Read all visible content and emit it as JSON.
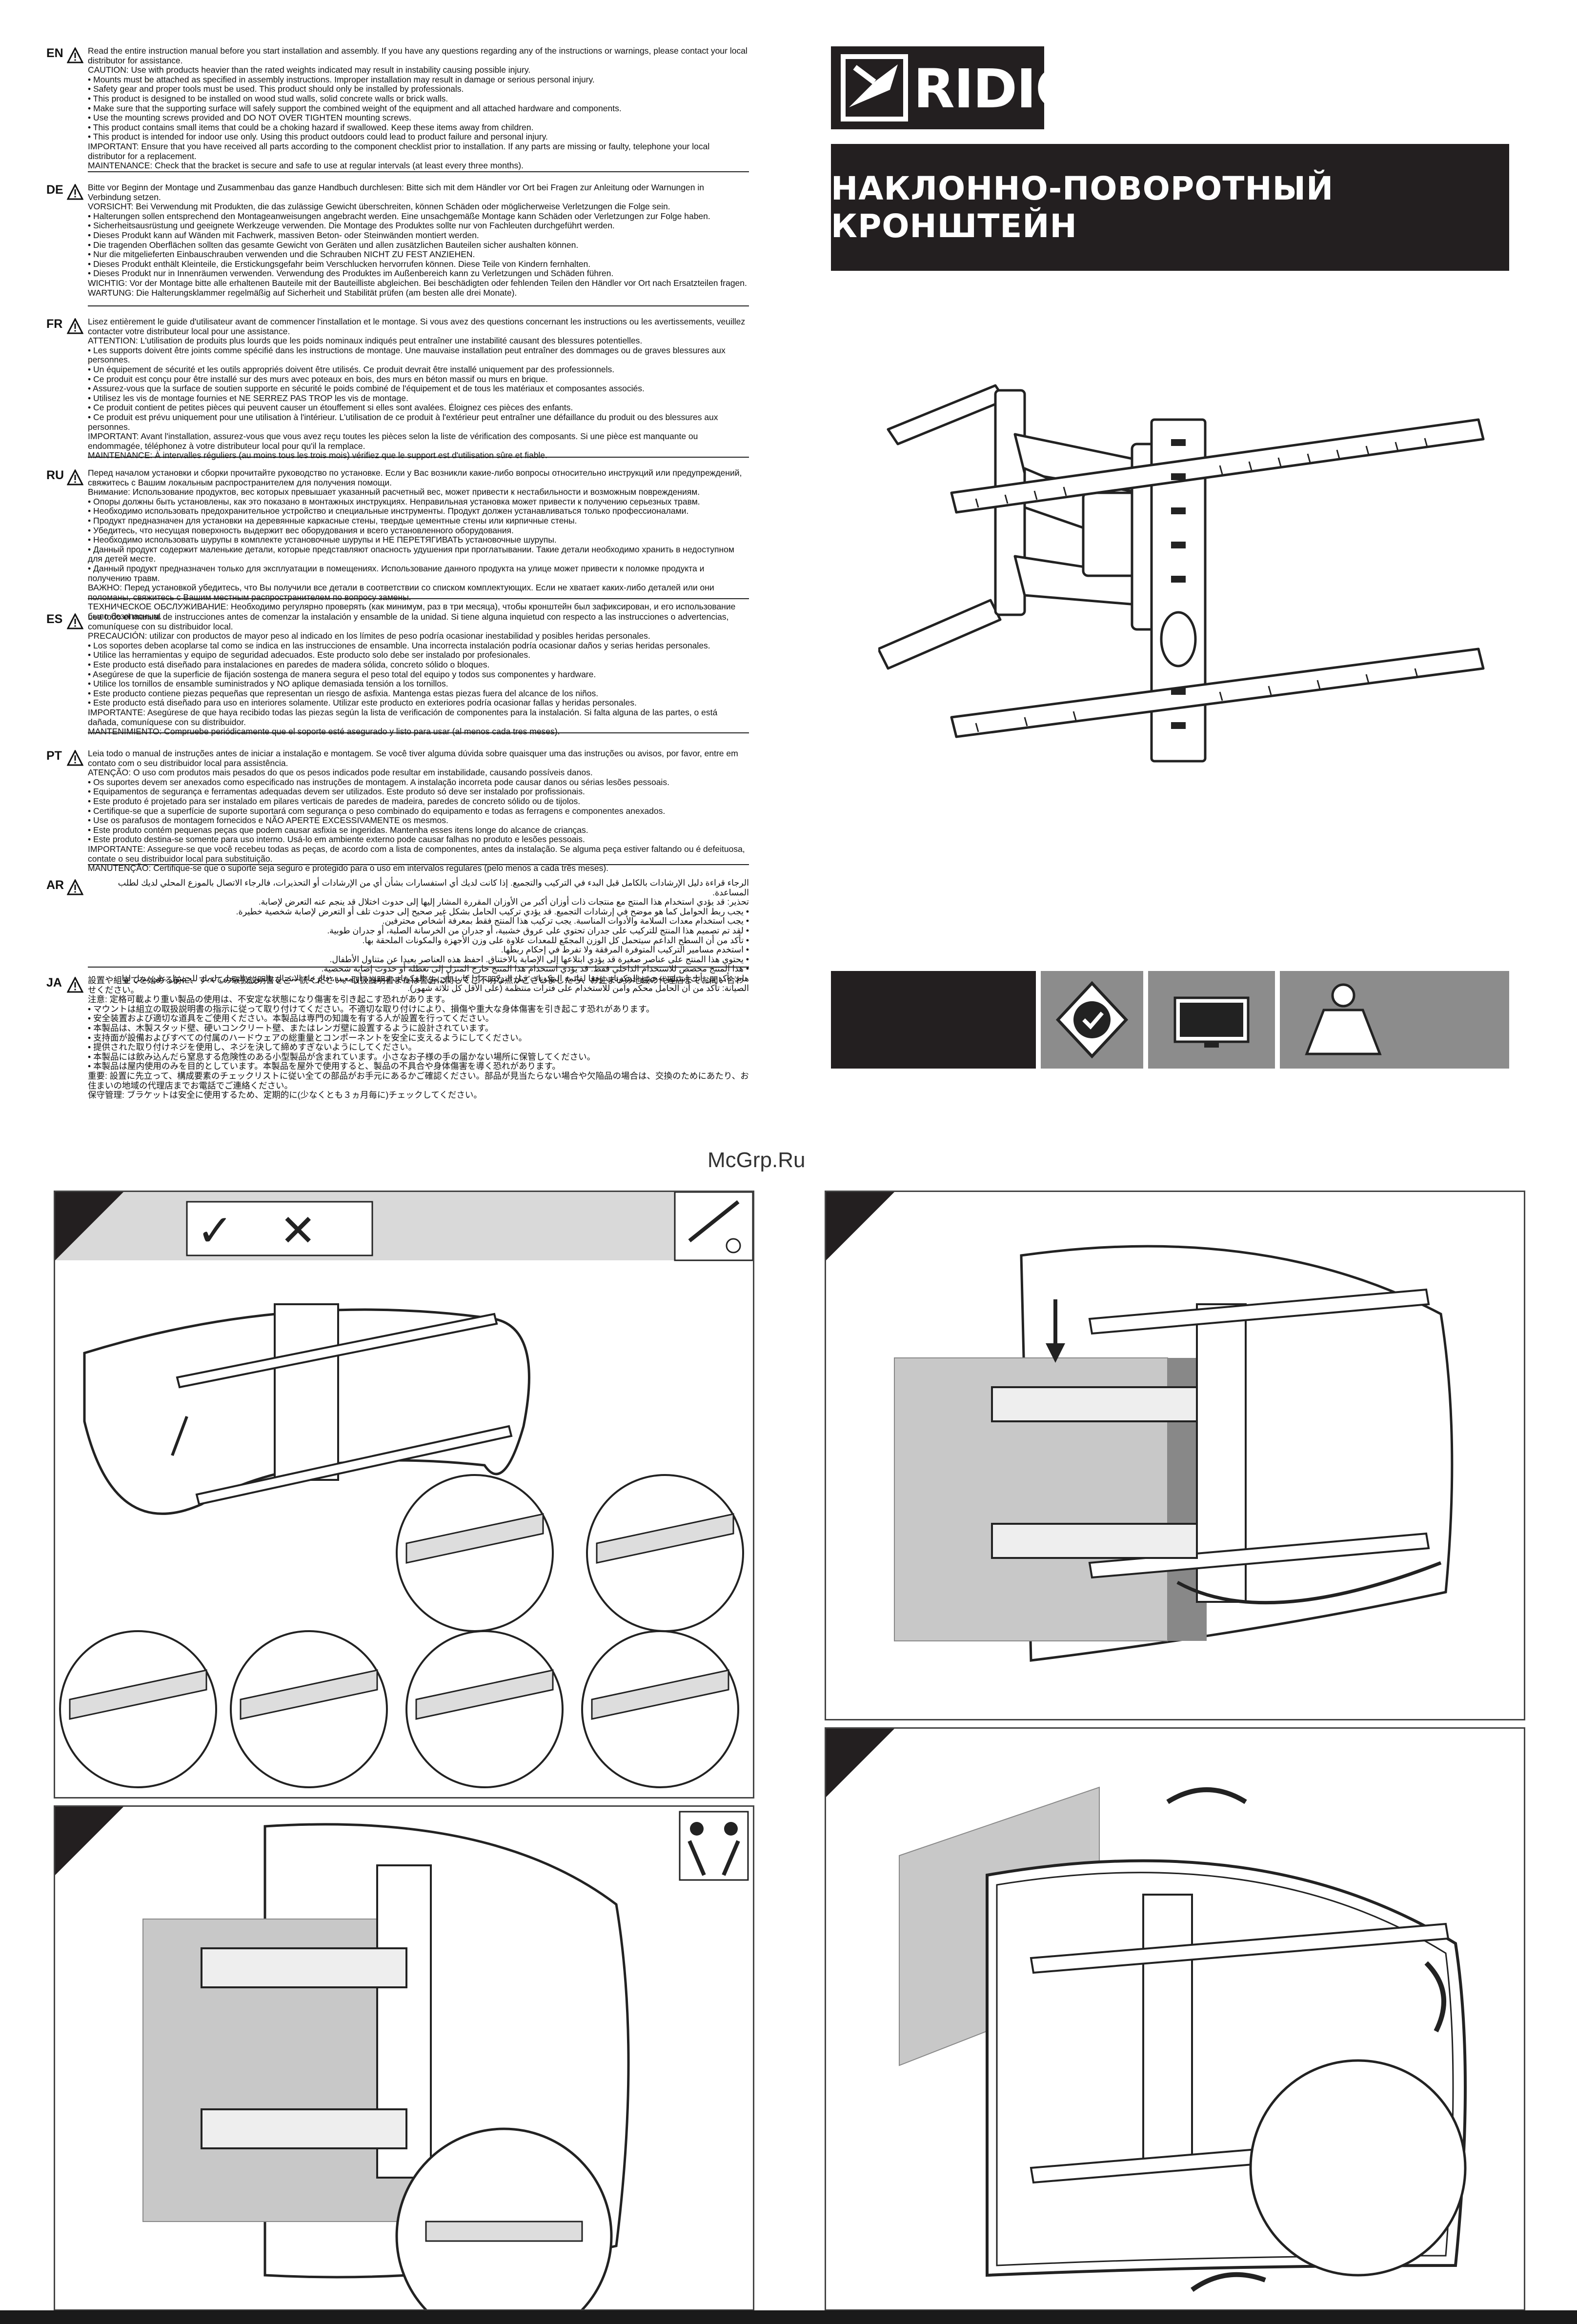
{
  "brand": {
    "name": "RIDICON"
  },
  "product_title": "НАКЛОННО-ПОВОРОТНЫЙ КРОНШТЕЙН",
  "watermark": "McGrp.Ru",
  "languages": [
    {
      "code": "EN",
      "lines": [
        "Read the entire instruction manual before you start installation and assembly. If you have any questions regarding any of the instructions or warnings, please contact your local distributor for assistance.",
        "CAUTION: Use with products heavier than the rated weights indicated may result in instability causing possible injury.",
        "• Mounts must be attached as specified in assembly instructions. Improper installation may result in damage or serious personal injury.",
        "• Safety gear and proper tools must be used. This product should only be installed by professionals.",
        "• This product is designed to be installed on wood stud walls, solid concrete walls or brick walls.",
        "• Make sure that the supporting surface will safely support the combined weight of the equipment and all attached hardware and components.",
        "• Use the mounting screws provided and DO NOT OVER TIGHTEN mounting screws.",
        "• This product contains small items that could be a choking hazard if swallowed. Keep these items away from children.",
        "• This product is intended for indoor use only. Using this product outdoors could lead to product failure and personal injury.",
        "IMPORTANT: Ensure that you have received all parts according to the component checklist prior to installation. If any parts are missing or faulty, telephone your local distributor for a replacement.",
        "MAINTENANCE: Check that the bracket is secure and safe to use at regular intervals (at least every three months)."
      ]
    },
    {
      "code": "DE",
      "lines": [
        "Bitte vor Beginn der Montage und Zusammenbau das ganze Handbuch durchlesen: Bitte sich mit dem Händler vor Ort bei Fragen zur Anleitung oder Warnungen in Verbindung setzen.",
        "VORSICHT: Bei Verwendung mit Produkten, die das zulässige Gewicht überschreiten, können Schäden oder möglicherweise Verletzungen die Folge sein.",
        "• Halterungen sollen entsprechend den Montageanweisungen angebracht werden. Eine unsachgemäße Montage kann Schäden oder Verletzungen zur Folge haben.",
        "• Sicherheitsausrüstung und geeignete Werkzeuge verwenden. Die Montage des Produktes sollte nur von Fachleuten durchgeführt werden.",
        "• Dieses Produkt kann auf Wänden mit Fachwerk, massiven Beton- oder Steinwänden montiert werden.",
        "• Die tragenden Oberflächen sollten das gesamte Gewicht von Geräten und allen zusätzlichen Bauteilen sicher aushalten können.",
        "• Nur die mitgelieferten Einbauschrauben verwenden und die Schrauben NICHT ZU FEST ANZIEHEN.",
        "• Dieses Produkt enthält Kleinteile, die Erstickungsgefahr beim Verschlucken hervorrufen können. Diese Teile von Kindern fernhalten.",
        "• Dieses Produkt nur in Innenräumen verwenden. Verwendung des Produktes im Außenbereich kann zu Verletzungen und Schäden führen.",
        "WICHTIG: Vor der Montage bitte alle erhaltenen Bauteile mit der Bauteilliste abgleichen. Bei beschädigten oder fehlenden Teilen den Händler vor Ort nach Ersatzteilen fragen.",
        "WARTUNG: Die Halterungsklammer regelmäßig auf Sicherheit und Stabilität prüfen (am besten alle drei Monate)."
      ]
    },
    {
      "code": "FR",
      "lines": [
        "Lisez entièrement le guide d'utilisateur avant de commencer l'installation et le montage. Si vous avez des questions concernant les instructions ou les avertissements, veuillez contacter votre distributeur local pour une assistance.",
        "ATTENTION: L'utilisation de produits plus lourds que les poids nominaux indiqués peut entraîner une instabilité causant des blessures potentielles.",
        "• Les supports doivent être joints comme spécifié dans les instructions de montage. Une mauvaise installation peut entraîner des dommages ou de graves blessures aux personnes.",
        "• Un équipement de sécurité et les outils appropriés doivent être utilisés. Ce produit devrait être installé uniquement par des professionnels.",
        "• Ce produit est conçu pour être installé sur des murs avec poteaux en bois, des murs en béton massif ou murs en brique.",
        "• Assurez-vous que la surface de soutien supporte en sécurité le poids combiné de l'équipement et de tous les matériaux et composantes associés.",
        "• Utilisez les vis de montage fournies et NE SERREZ PAS TROP les vis de montage.",
        "• Ce produit contient de petites pièces qui peuvent causer un étouffement si elles sont avalées. Éloignez ces pièces des enfants.",
        "• Ce produit est prévu uniquement pour une utilisation à l'intérieur. L'utilisation de ce produit à l'extérieur peut entraîner une défaillance du produit ou des blessures aux personnes.",
        "IMPORTANT: Avant l'installation, assurez-vous que vous avez reçu toutes les pièces selon la liste de vérification des composants. Si une pièce est manquante ou endommagée, téléphonez à votre distributeur local pour qu'il la remplace.",
        "MAINTENANCE: À intervalles réguliers (au moins tous les trois mois) vérifiez que le support est d'utilisation sûre et fiable."
      ]
    },
    {
      "code": "RU",
      "lines": [
        "Перед началом установки и сборки прочитайте руководство по установке. Если у Вас возникли какие-либо вопросы относительно инструкций или предупреждений, свяжитесь с Вашим локальным распространителем для получения помощи.",
        "Внимание: Использование продуктов, вес которых превышает указанный расчетный вес, может привести к нестабильности и возможным повреждениям.",
        "• Опоры должны быть установлены, как это показано в монтажных инструкциях. Неправильная установка может привести к получению серьезных травм.",
        "• Необходимо использовать предохранительное устройство и специальные инструменты. Продукт должен устанавливаться только профессионалами.",
        "• Продукт предназначен для установки на деревянные каркасные стены, твердые цементные стены или кирпичные стены.",
        "• Убедитесь, что несущая поверхность выдержит вес оборудования и всего установленного оборудования.",
        "• Необходимо использовать шурупы в комплекте установочные шурупы и НЕ ПЕРЕТЯГИВАТЬ установочные шурупы.",
        "• Данный продукт содержит маленькие детали, которые представляют опасность удушения при проглатывании. Такие детали необходимо хранить в недоступном для детей месте.",
        "• Данный продукт предназначен только для эксплуатации в помещениях. Использование данного продукта на улице может привести к поломке продукта и получению травм.",
        "ВАЖНО: Перед установкой убедитесь, что Вы получили все детали в соответствии со списком комплектующих. Если не хватает каких-либо деталей или они поломаны, свяжитесь с Вашим местным распространителем по вопросу замены.",
        "ТЕХНИЧЕСКОЕ ОБСЛУЖИВАНИЕ: Необходимо регулярно проверять (как минимум, раз в три месяца), чтобы кронштейн был зафиксирован, и его использование было безопасным."
      ]
    },
    {
      "code": "ES",
      "lines": [
        "Lea todo el manual de instrucciones antes de comenzar la instalación y ensamble de la unidad. Si tiene alguna inquietud con respecto a las instrucciones o advertencias, comuníquese con su distribuidor local.",
        "PRECAUCIÓN: utilizar con productos de mayor peso al indicado en los límites de peso podría ocasionar inestabilidad y posibles heridas personales.",
        "• Los soportes deben acoplarse tal como se indica en las instrucciones de ensamble. Una incorrecta instalación podría ocasionar daños y serias heridas personales.",
        "• Utilice las herramientas y equipo de seguridad adecuados. Este producto solo debe ser instalado por profesionales.",
        "• Este producto está diseñado para instalaciones en paredes de madera sólida, concreto sólido o bloques.",
        "• Asegúrese de que la superficie de fijación sostenga de manera segura el peso total del equipo y todos sus componentes y hardware.",
        "• Utilice los tornillos de ensamble suministrados y NO aplique demasiada tensión a los tornillos.",
        "• Este producto contiene piezas pequeñas que representan un riesgo de asfixia. Mantenga estas piezas fuera del alcance de los niños.",
        "• Este producto está diseñado para uso en interiores solamente. Utilizar este producto en exteriores podría ocasionar fallas y heridas personales.",
        "IMPORTANTE: Asegúrese de que haya recibido todas las piezas según la lista de verificación de componentes para la instalación. Si falta alguna de las partes, o está dañada, comuníquese con su distribuidor.",
        "MANTENIMIENTO: Compruebe periódicamente que el soporte esté asegurado y listo para usar (al menos cada tres meses)."
      ]
    },
    {
      "code": "PT",
      "lines": [
        "Leia todo o manual de instruções antes de iniciar a instalação e montagem. Se você tiver alguma dúvida sobre quaisquer uma das instruções ou avisos, por favor, entre em contato com o seu distribuidor local para assistência.",
        "ATENÇÃO: O uso com produtos mais pesados do que os pesos indicados pode resultar em instabilidade, causando possíveis danos.",
        "• Os suportes devem ser anexados como especificado nas instruções de montagem. A instalação incorreta pode causar danos ou sérias lesões pessoais.",
        "• Equipamentos de segurança e ferramentas adequadas devem ser utilizados. Este produto só deve ser instalado por profissionais.",
        "• Este produto é projetado para ser instalado em pilares verticais de paredes de madeira, paredes de concreto sólido ou de tijolos.",
        "• Certifique-se que a superfície de suporte suportará com segurança o peso combinado do equipamento e todas as ferragens e componentes anexados.",
        "• Use os parafusos de montagem fornecidos e NÃO APERTE EXCESSIVAMENTE os mesmos.",
        "• Este produto contém pequenas peças que podem causar asfixia se ingeridas. Mantenha esses itens longe do alcance de crianças.",
        "• Este produto destina-se somente para uso interno. Usá-lo em ambiente externo pode causar falhas no produto e lesões pessoais.",
        "IMPORTANTE: Assegure-se que você recebeu todas as peças, de acordo com a lista de componentes, antes da instalação. Se alguma peça estiver faltando ou é defeituosa, contate o seu distribuidor local para substituição.",
        "MANUTENÇÃO: Certifique-se que o suporte seja seguro e protegido para o uso em intervalos regulares (pelo menos a cada três meses)."
      ]
    },
    {
      "code": "AR",
      "lines": [
        "الرجاء قراءة دليل الإرشادات بالكامل قبل البدء في التركيب والتجميع. إذا كانت لديك أي استفسارات بشأن أي من الإرشادات أو التحذيرات، فالرجاء الاتصال بالموزع المحلي لديك لطلب المساعدة.",
        "تحذير: قد يؤدي استخدام هذا المنتج مع منتجات ذات أوزان أكبر من الأوزان المقررة المشار إليها إلى حدوث اختلال قد ينجم عنه التعرض لإصابة.",
        "• يجب ربط الحوامل كما هو موضح في إرشادات التجميع. قد يؤدي تركيب الحامل بشكل غير صحيح إلى حدوث تلف أو التعرض لإصابة شخصية خطيرة.",
        "• يجب استخدام معدات السلامة والأدوات المناسبة. يجب تركيب هذا المنتج فقط بمعرفة أشخاص محترفين.",
        "• لقد تم تصميم هذا المنتج للتركيب على جدران تحتوي على عروق خشبية، أو جدران من الخرسانة الصلبة، أو جدران طوبية.",
        "• تأكد من أن السطح الداعم سيتحمل كل الوزن المجمّع للمعدات علاوة على وزن الأجهزة والمكونات الملحقة بها.",
        "• استخدم مسامير التركيب المتوفرة المرفقة ولا تفرط في إحكام ربطها.",
        "• يحتوي هذا المنتج على عناصر صغيرة قد يؤدي ابتلاعها إلى الإصابة بالاختناق. احفظ هذه العناصر بعيدا عن متناول الأطفال.",
        "• هذا المنتج مخصص للاستخدام الداخلي فقط. قد يؤدي استخدام هذا المنتج خارج المنزل إلى تعطله أو حدوث إصابة شخصية.",
        "هام: تأكد من أنك استلمت جميع المكونات وفقا لقائمة المكونات قبل التركيب. إذا كانت أي من المكونات مفقودة أو معيبة، فالرجاء الاتصال بالموزع المحلي لديك للحصول على بديل لها.",
        "الصيانة: تأكد من أن الحامل محكم وآمن للاستخدام على فترات منتظمة (على الأقل كل ثلاثة شهور)."
      ]
    },
    {
      "code": "JA",
      "lines": [
        "設置や組立てを始める前に、すべての取扱説明書をご一読ください。取扱説明書または警告に関してご不明な点がございましたら、お住まいの地域の代理店までお問い合わせください。",
        "注意: 定格可載より重い製品の使用は、不安定な状態になり傷害を引き起こす恐れがあります。",
        "• マウントは組立の取扱説明書の指示に従って取り付けてください。不適切な取り付けにより、損傷や重大な身体傷害を引き起こす恐れがあります。",
        "• 安全装置および適切な道具をご使用ください。本製品は専門の知識を有する人が設置を行ってください。",
        "• 本製品は、木製スタッド壁、硬いコンクリート壁、またはレンガ壁に設置するように設計されています。",
        "• 支持面が設備およびすべての付属のハードウェアの総重量とコンポーネントを安全に支えるようにしてください。",
        "• 提供された取り付けネジを使用し、ネジを決して締めすぎないようにしてください。",
        "• 本製品には飲み込んだら窒息する危険性のある小型製品が含まれています。小さなお子様の手の届かない場所に保管してください。",
        "• 本製品は屋内使用のみを目的としています。本製品を屋外で使用すると、製品の不具合や身体傷害を導く恐れがあります。",
        "重要: 設置に先立って、構成要素のチェックリストに従い全ての部品がお手元にあるかご確認ください。部品が見当たらない場合や欠陥品の場合は、交換のためにあたり、お住まいの地域の代理店までお電話でご連絡ください。",
        "保守管理: ブラケットは安全に使用するため、定期的に(少なくとも３ヵ月毎に)チェックしてください。"
      ]
    }
  ]
}
